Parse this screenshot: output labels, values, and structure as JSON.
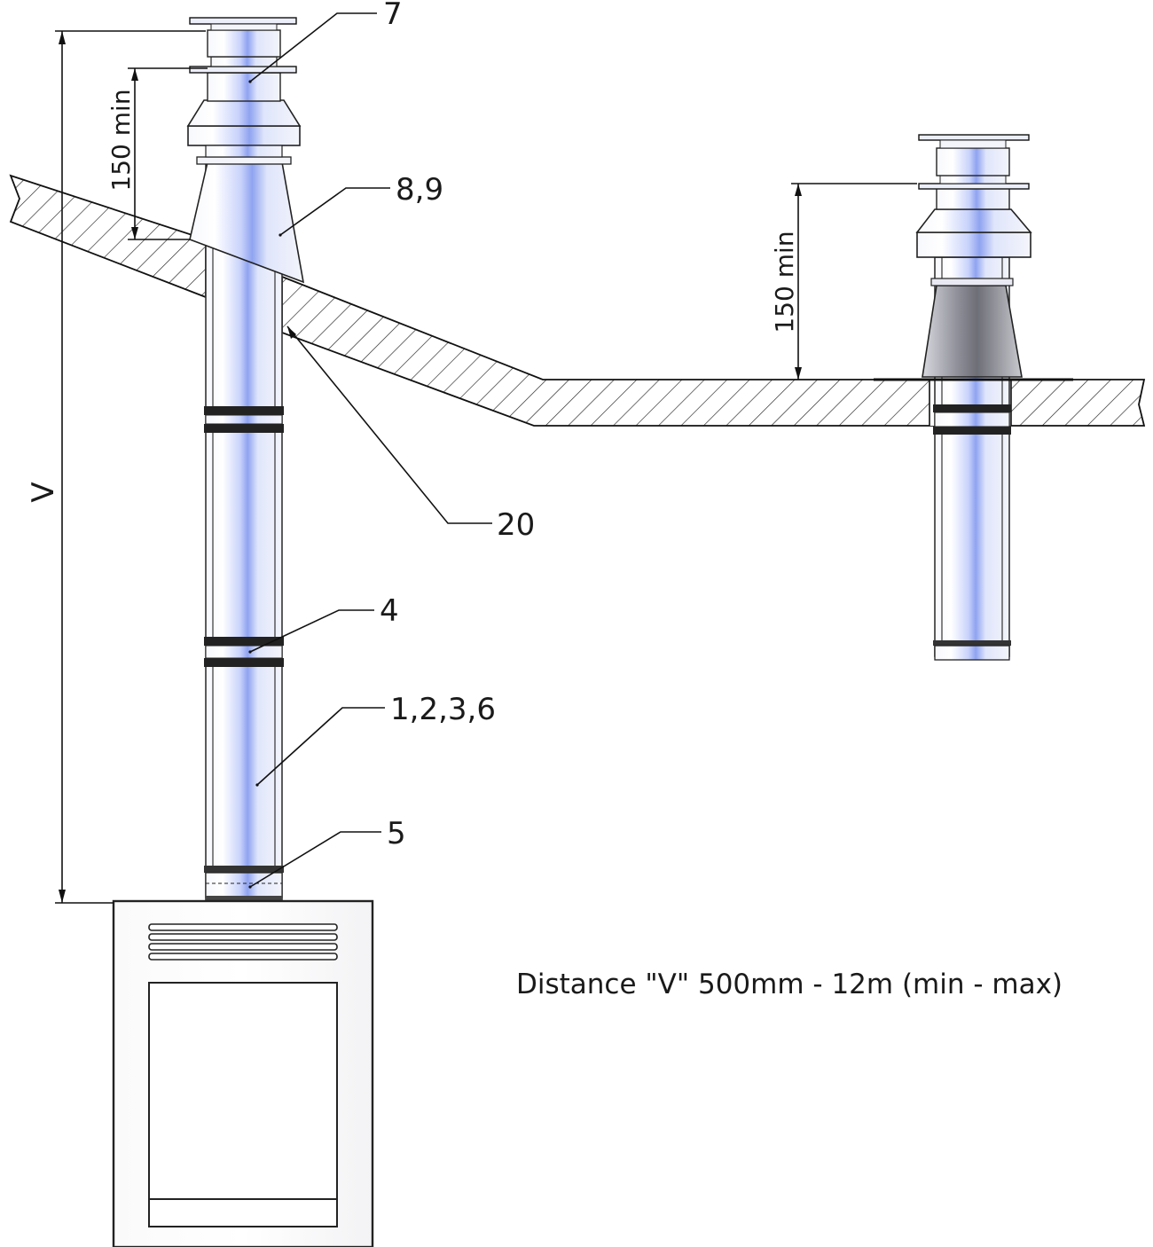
{
  "callouts": {
    "c7": "7",
    "c89": "8,9",
    "c20": "20",
    "c4": "4",
    "c1236": "1,2,3,6",
    "c5": "5"
  },
  "dimensions": {
    "v": "V",
    "min_left": "150 min",
    "min_right": "150 min"
  },
  "note": "Distance \"V\" 500mm - 12m (min - max)",
  "colors": {
    "pipe_highlight": "#8fa3f0",
    "pipe_body": "#f4f5fb",
    "flashing_dark": "#8f9099",
    "hatch": "#222222"
  }
}
